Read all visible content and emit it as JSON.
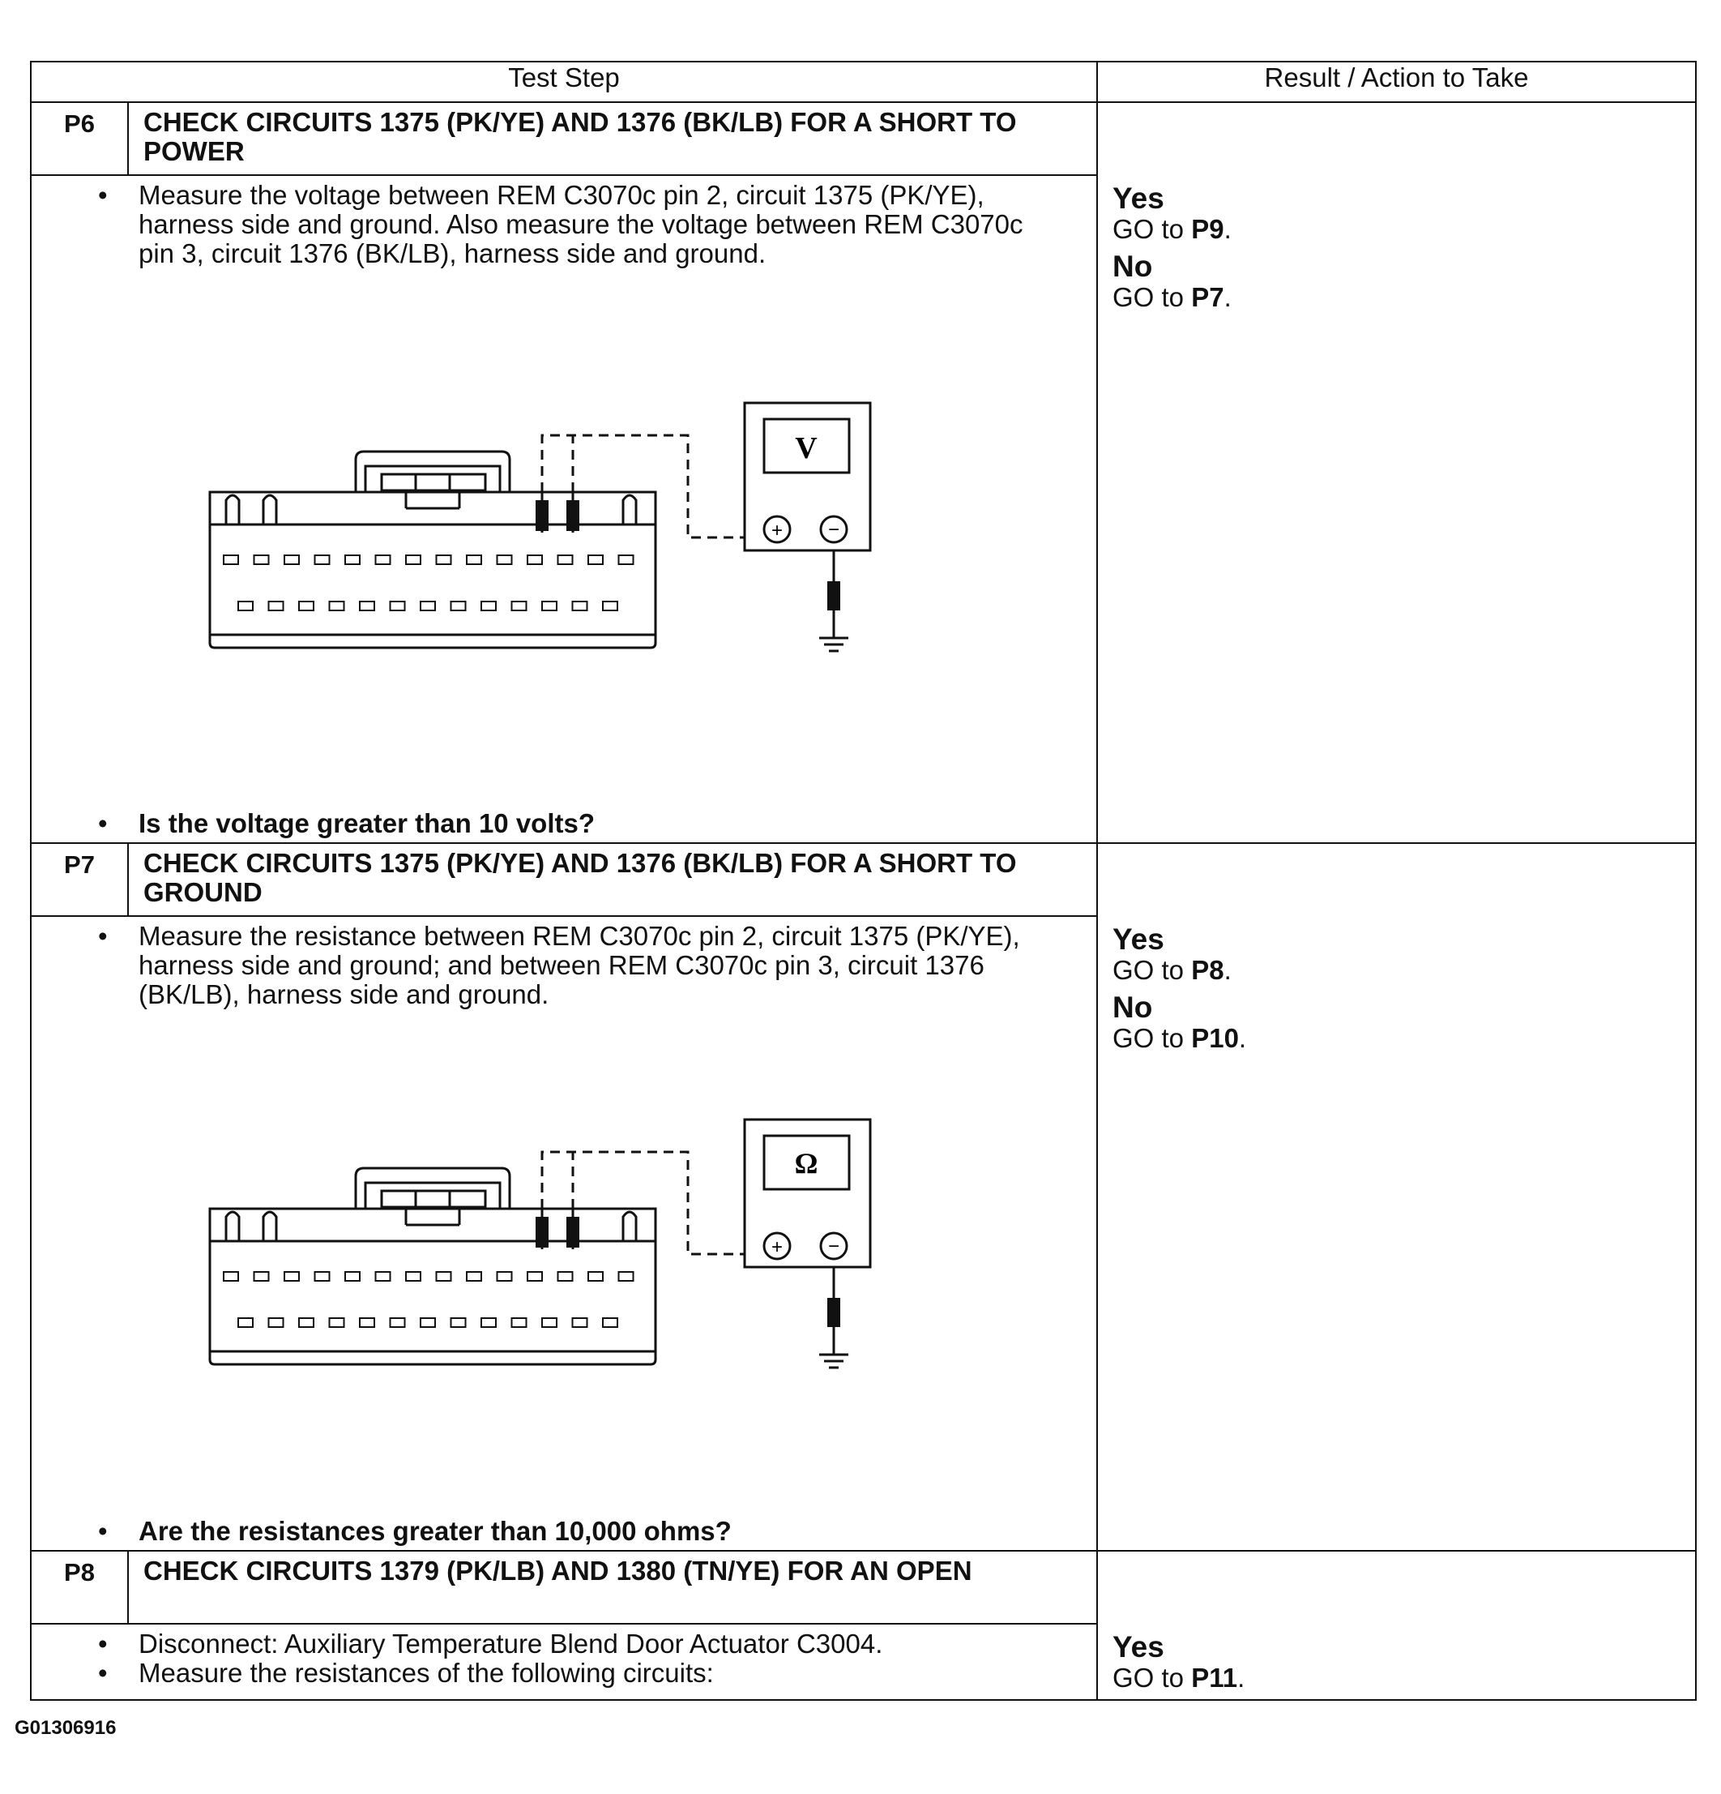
{
  "header": {
    "test_step": "Test Step",
    "result_action": "Result / Action to Take"
  },
  "steps": [
    {
      "id": "P6",
      "title": "CHECK CIRCUITS 1375 (PK/YE) AND 1376 (BK/LB) FOR A SHORT TO POWER",
      "instructions": [
        "Measure the voltage between REM C3070c pin 2, circuit 1375 (PK/YE), harness side and ground. Also measure the voltage between REM C3070c pin 3, circuit 1376 (BK/LB), harness side and ground."
      ],
      "meter_symbol": "V",
      "question": "Is the voltage greater than 10 volts?",
      "results": [
        {
          "label": "Yes",
          "go": "GO to ",
          "target": "P9",
          "end": "."
        },
        {
          "label": "No",
          "go": "GO to ",
          "target": "P7",
          "end": "."
        }
      ]
    },
    {
      "id": "P7",
      "title": "CHECK CIRCUITS 1375 (PK/YE) AND 1376 (BK/LB) FOR A SHORT TO GROUND",
      "instructions": [
        "Measure the resistance between REM C3070c pin 2, circuit 1375 (PK/YE), harness side and ground; and between REM C3070c pin 3, circuit 1376 (BK/LB), harness side and ground."
      ],
      "meter_symbol": "Ω",
      "question": "Are the resistances greater than 10,000 ohms?",
      "results": [
        {
          "label": "Yes",
          "go": "GO to ",
          "target": "P8",
          "end": "."
        },
        {
          "label": "No",
          "go": "GO to ",
          "target": "P10",
          "end": "."
        }
      ]
    },
    {
      "id": "P8",
      "title": "CHECK CIRCUITS 1379 (PK/LB) AND 1380 (TN/YE) FOR AN OPEN",
      "instructions": [
        "Disconnect: Auxiliary Temperature Blend Door Actuator C3004.",
        "Measure the resistances of the following circuits:"
      ],
      "results": [
        {
          "label": "Yes",
          "go": "GO to ",
          "target": "P11",
          "end": "."
        }
      ]
    }
  ],
  "meter_plus": "+",
  "meter_minus": "−",
  "footer_code": "G01306916"
}
